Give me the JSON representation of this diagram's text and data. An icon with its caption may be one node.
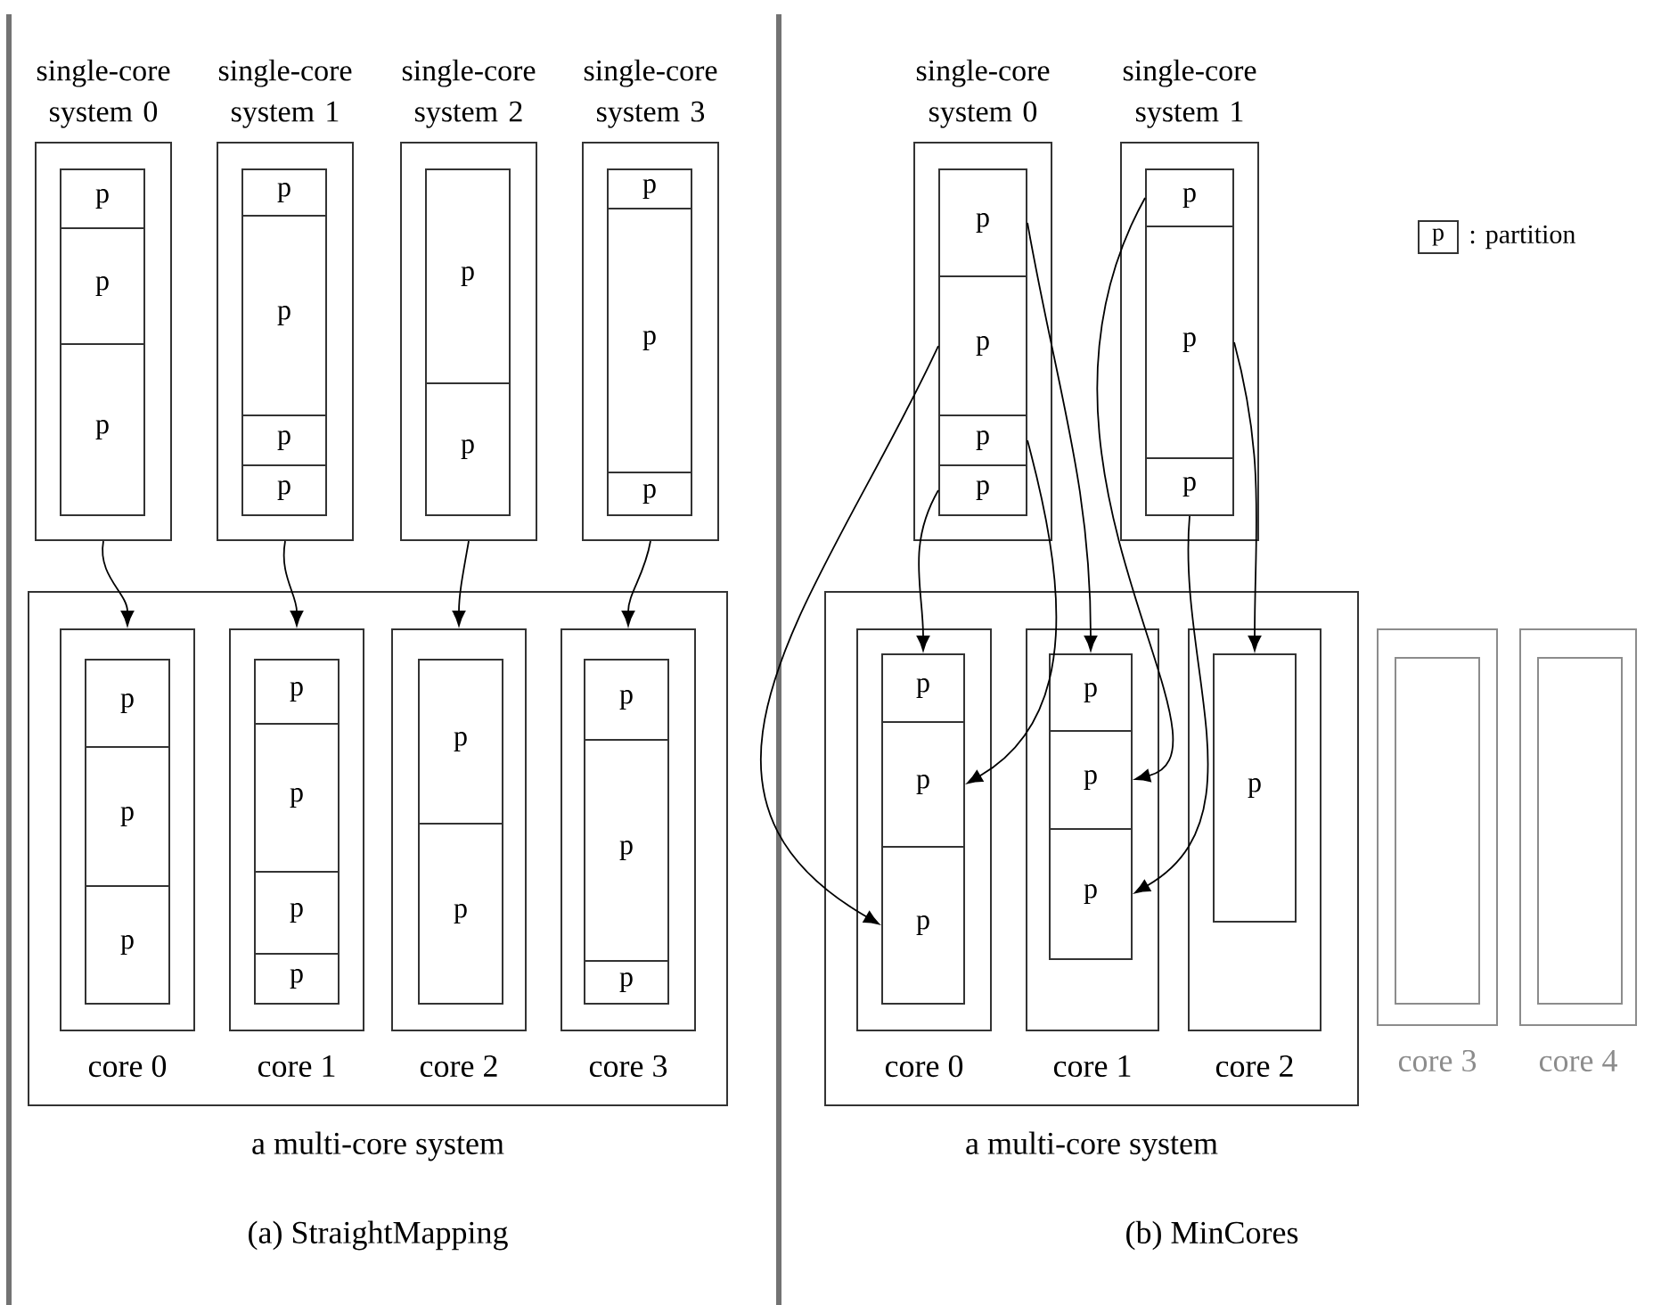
{
  "diagram": {
    "nodes": [
      {
        "text": [
          "single-core system 0"
        ]
      },
      {
        "text": [
          "p"
        ],
        "in": 0
      },
      {
        "text": [
          "p"
        ],
        "in": 0
      },
      {
        "text": [
          "p"
        ],
        "in": 0
      },
      {
        "text": [
          "single-core system 1"
        ]
      },
      {
        "text": [
          "p"
        ],
        "in": 4
      },
      {
        "text": [
          "p"
        ],
        "in": 4
      },
      {
        "text": [
          "p"
        ],
        "in": 4
      },
      {
        "text": [
          "p"
        ],
        "in": 4
      },
      {
        "text": [
          "single-core system 2"
        ]
      },
      {
        "text": [
          "p"
        ],
        "in": 9
      },
      {
        "text": [
          "p"
        ],
        "in": 9
      },
      {
        "text": [
          "single-core system 3"
        ]
      },
      {
        "text": [
          "p"
        ],
        "in": 12
      },
      {
        "text": [
          "p"
        ],
        "in": 12
      },
      {
        "text": [
          "p"
        ],
        "in": 12
      },
      {
        "text": [
          "a multi-core system"
        ]
      },
      {
        "text": [
          "core 0"
        ],
        "in": 16
      },
      {
        "text": [
          "p"
        ],
        "in": 17
      },
      {
        "text": [
          "p"
        ],
        "in": 17
      },
      {
        "text": [
          "p"
        ],
        "in": 17
      },
      {
        "text": [
          "core 1"
        ],
        "in": 16
      },
      {
        "text": [
          "p"
        ],
        "in": 21
      },
      {
        "text": [
          "p"
        ],
        "in": 21
      },
      {
        "text": [
          "p"
        ],
        "in": 21
      },
      {
        "text": [
          "p"
        ],
        "in": 21
      },
      {
        "text": [
          "core 2"
        ],
        "in": 16
      },
      {
        "text": [
          "p"
        ],
        "in": 26
      },
      {
        "text": [
          "p"
        ],
        "in": 26
      },
      {
        "text": [
          "core 3"
        ],
        "in": 16
      },
      {
        "text": [
          "p"
        ],
        "in": 29
      },
      {
        "text": [
          "p"
        ],
        "in": 29
      },
      {
        "text": [
          "p"
        ],
        "in": 29
      },
      {
        "text": [
          "single-core system 0"
        ]
      },
      {
        "text": [
          "p"
        ],
        "in": 33
      },
      {
        "text": [
          "p"
        ],
        "in": 33
      },
      {
        "text": [
          "p"
        ],
        "in": 33
      },
      {
        "text": [
          "p"
        ],
        "in": 33
      },
      {
        "text": [
          "single-core system 1"
        ]
      },
      {
        "text": [
          "p"
        ],
        "in": 38
      },
      {
        "text": [
          "p"
        ],
        "in": 38
      },
      {
        "text": [
          "p"
        ],
        "in": 38
      },
      {
        "text": [
          "p"
        ],
        "beside": [
          ": partition"
        ]
      },
      {
        "text": [
          "a multi-core system"
        ]
      },
      {
        "text": [
          "core 0"
        ],
        "in": 43
      },
      {
        "text": [
          "p"
        ],
        "in": 44
      },
      {
        "text": [
          "p"
        ],
        "in": 44
      },
      {
        "text": [
          "p"
        ],
        "in": 44
      },
      {
        "text": [
          "core 1"
        ],
        "in": 43
      },
      {
        "text": [
          "p"
        ],
        "in": 48
      },
      {
        "text": [
          "p"
        ],
        "in": 48
      },
      {
        "text": [
          "p"
        ],
        "in": 48
      },
      {
        "text": [
          "core 2"
        ],
        "in": 43
      },
      {
        "text": [
          "p"
        ],
        "in": 52
      },
      {
        "text": [
          "core 3"
        ]
      },
      {
        "text": [],
        "shape": "box",
        "in": 54
      },
      {
        "text": [
          "core 4"
        ]
      },
      {
        "text": [],
        "shape": "box",
        "in": 56
      }
    ],
    "edges": [
      {
        "from": 0,
        "to": 17,
        "arrow": "to"
      },
      {
        "from": 4,
        "to": 21,
        "arrow": "to"
      },
      {
        "from": 9,
        "to": 26,
        "arrow": "to"
      },
      {
        "from": 12,
        "to": 29,
        "arrow": "to"
      },
      {
        "from": 34,
        "to": 49,
        "arrow": "to"
      },
      {
        "from": 35,
        "to": 47,
        "arrow": "to"
      },
      {
        "from": 36,
        "to": 46,
        "arrow": "to"
      },
      {
        "from": 37,
        "to": 45,
        "arrow": "to"
      },
      {
        "from": 39,
        "to": 50,
        "arrow": "to"
      },
      {
        "from": 40,
        "to": 53,
        "arrow": "to"
      },
      {
        "from": 41,
        "to": 51,
        "arrow": "to"
      }
    ],
    "labels": [
      "(a) StraightMapping",
      "(b) MinCores"
    ]
  }
}
